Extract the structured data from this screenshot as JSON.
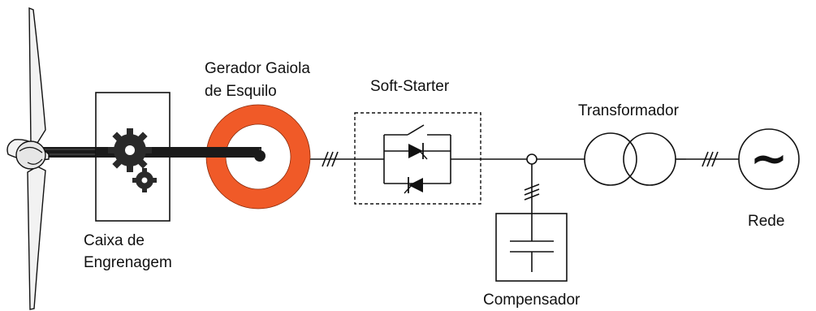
{
  "labels": {
    "generator_line1": "Gerador Gaiola",
    "generator_line2": "de Esquilo",
    "soft_starter": "Soft-Starter",
    "transformer": "Transformador",
    "gearbox_line1": "Caixa de",
    "gearbox_line2": "Engrenagem",
    "grid": "Rede",
    "compensator": "Compensador",
    "grid_symbol": "~"
  },
  "colors": {
    "generator_ring": "#f05a28",
    "line": "#111111",
    "blade": "#f2f2f2",
    "gear": "#2a2a2a"
  },
  "icons": [
    "wind-turbine-icon",
    "gear-icon",
    "thyristor-icon",
    "switch-icon",
    "capacitor-icon",
    "transformer-icon",
    "ac-source-icon"
  ]
}
